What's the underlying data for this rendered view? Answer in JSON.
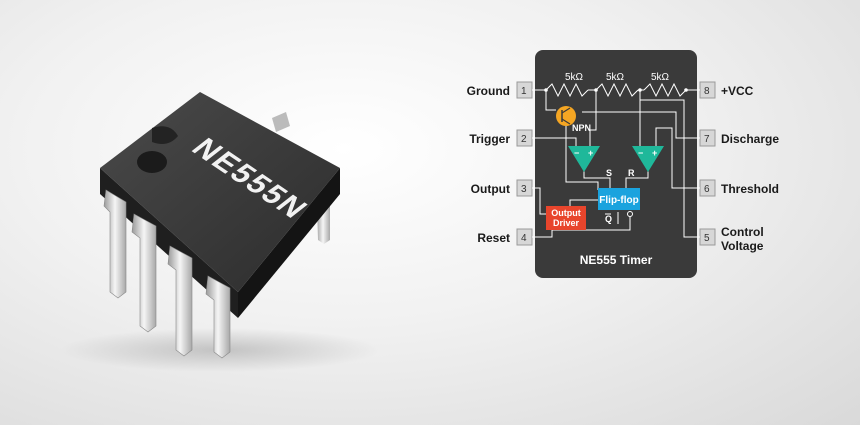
{
  "chip": {
    "marking": "NE555N"
  },
  "pins": {
    "p1": {
      "number": "1",
      "label": "Ground"
    },
    "p2": {
      "number": "2",
      "label": "Trigger"
    },
    "p3": {
      "number": "3",
      "label": "Output"
    },
    "p4": {
      "number": "4",
      "label": "Reset"
    },
    "p5": {
      "number": "5",
      "label_line1": "Control",
      "label_line2": "Voltage"
    },
    "p6": {
      "number": "6",
      "label": "Threshold"
    },
    "p7": {
      "number": "7",
      "label": "Discharge"
    },
    "p8": {
      "number": "8",
      "label": "+VCC"
    }
  },
  "resistors": {
    "r1": "5kΩ",
    "r2": "5kΩ",
    "r3": "5kΩ"
  },
  "blocks": {
    "transistor": "NPN",
    "flipflop": "Flip-flop",
    "output_driver_line1": "Output",
    "output_driver_line2": "Driver",
    "set": "S",
    "reset": "R",
    "qbar": "Q",
    "minus": "−",
    "plus": "+"
  },
  "diagram_title": "NE555 Timer",
  "colors": {
    "package": "#3a3a3a",
    "comparator": "#1fb89a",
    "flipflop": "#1aa3de",
    "driver": "#e8452c",
    "transistor": "#f5a623"
  }
}
